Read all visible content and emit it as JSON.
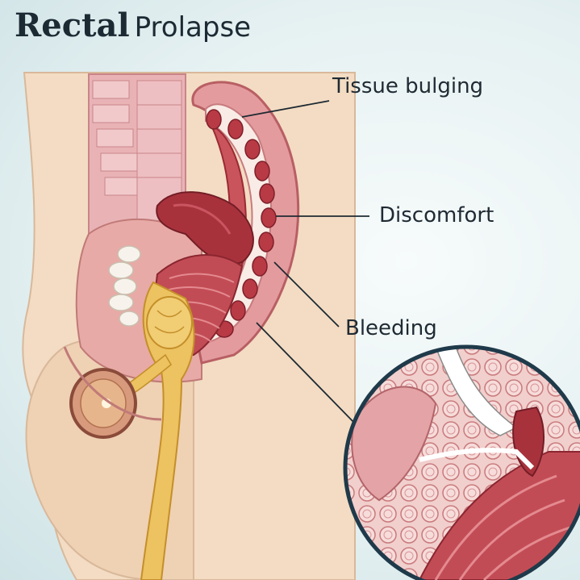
{
  "title": {
    "bold": "Rectal",
    "light": "Prolapse"
  },
  "labels": {
    "tissue": "Tissue bulging",
    "discomfort": "Discomfort",
    "bleeding": "Bleeding"
  },
  "colors": {
    "skin": "#f3dcc3",
    "muscle": "#b8434c",
    "dark_red": "#9b2a35",
    "pink": "#e7a7a9",
    "yellow": "#e8b84a",
    "outline": "#1f3a4a"
  }
}
